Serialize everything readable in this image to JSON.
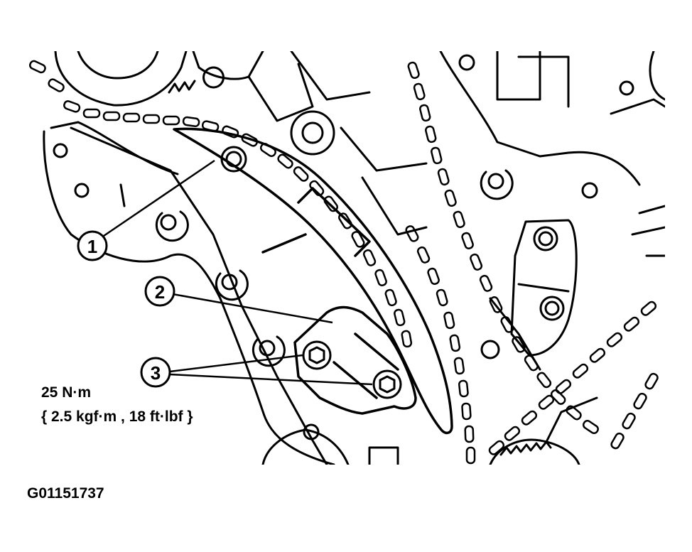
{
  "callouts": [
    {
      "number": "1"
    },
    {
      "number": "2"
    },
    {
      "number": "3"
    }
  ],
  "torque_spec": {
    "line1": "25 N·m",
    "line2": "{ 2.5 kgf·m , 18 ft·lbf }"
  },
  "figure_id": "G01151737",
  "colors": {
    "ink": "#000000",
    "paper": "#ffffff"
  }
}
